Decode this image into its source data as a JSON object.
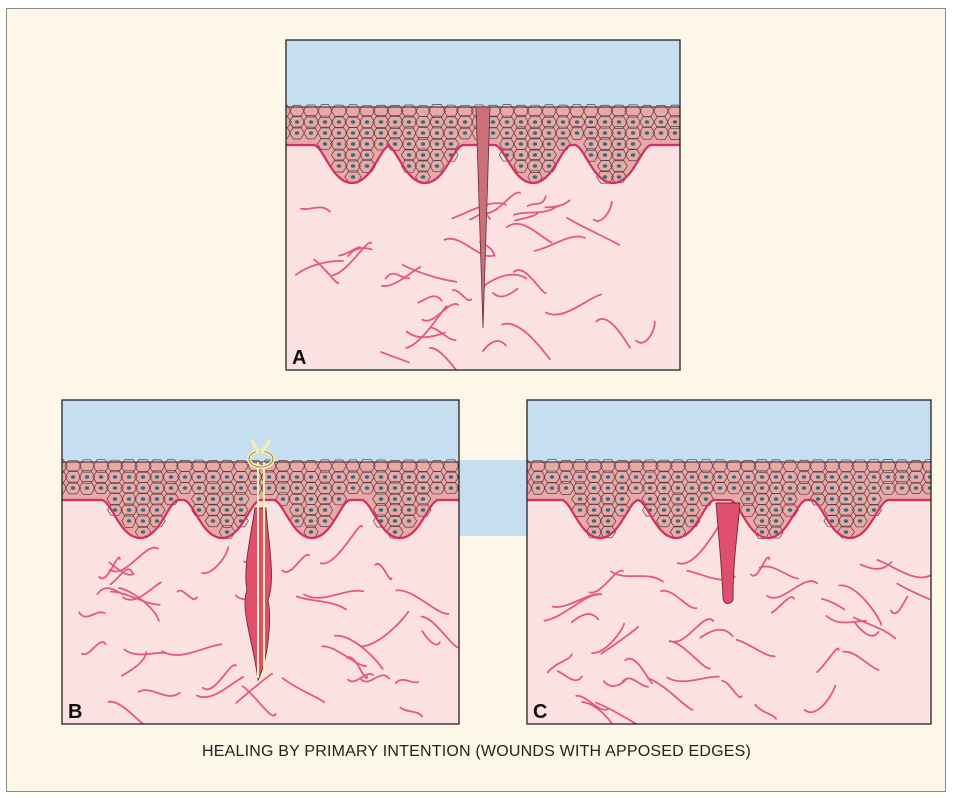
{
  "figure": {
    "caption": "HEALING BY PRIMARY INTENTION (WOUNDS WITH APPOSED EDGES)",
    "panels": [
      {
        "id": "A",
        "label": "A"
      },
      {
        "id": "B",
        "label": "B"
      },
      {
        "id": "C",
        "label": "C"
      }
    ],
    "colors": {
      "background": "#fdf7ea",
      "sky": "#c5dff0",
      "dermis": "#fbe1e1",
      "epidermis": "#e8a9a9",
      "cell_outline": "#5a3a3a",
      "nucleus": "#2e6f7d",
      "basement_membrane": "#d62e5d",
      "fiber": "#e55a7b",
      "wound": "#c9707a",
      "scar": "#e0506e",
      "suture": "#f4eeb4"
    }
  }
}
